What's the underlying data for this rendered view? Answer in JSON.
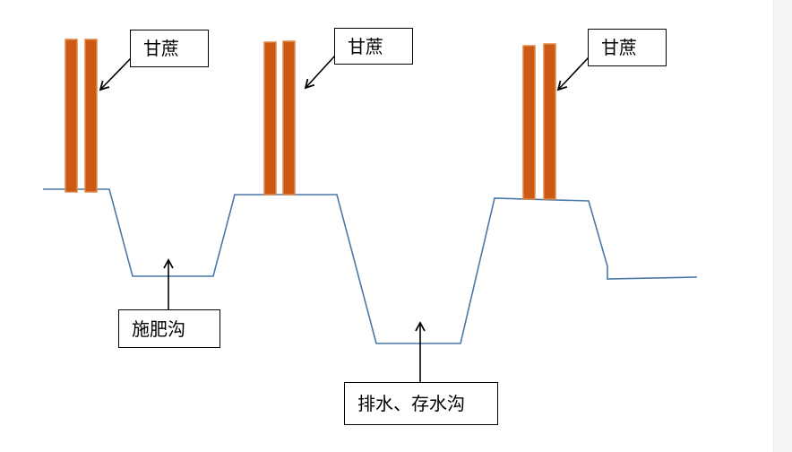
{
  "labels": {
    "sugarcane_1": "甘蔗",
    "sugarcane_2": "甘蔗",
    "sugarcane_3": "甘蔗",
    "fertilizer_ditch": "施肥沟",
    "drainage_ditch": "排水、存水沟"
  },
  "colors": {
    "cane_fill": "#cc5a14",
    "cane_stroke": "#e0884a",
    "ground_line": "#4a78a8",
    "arrow": "#000000",
    "box_border": "#000000"
  }
}
